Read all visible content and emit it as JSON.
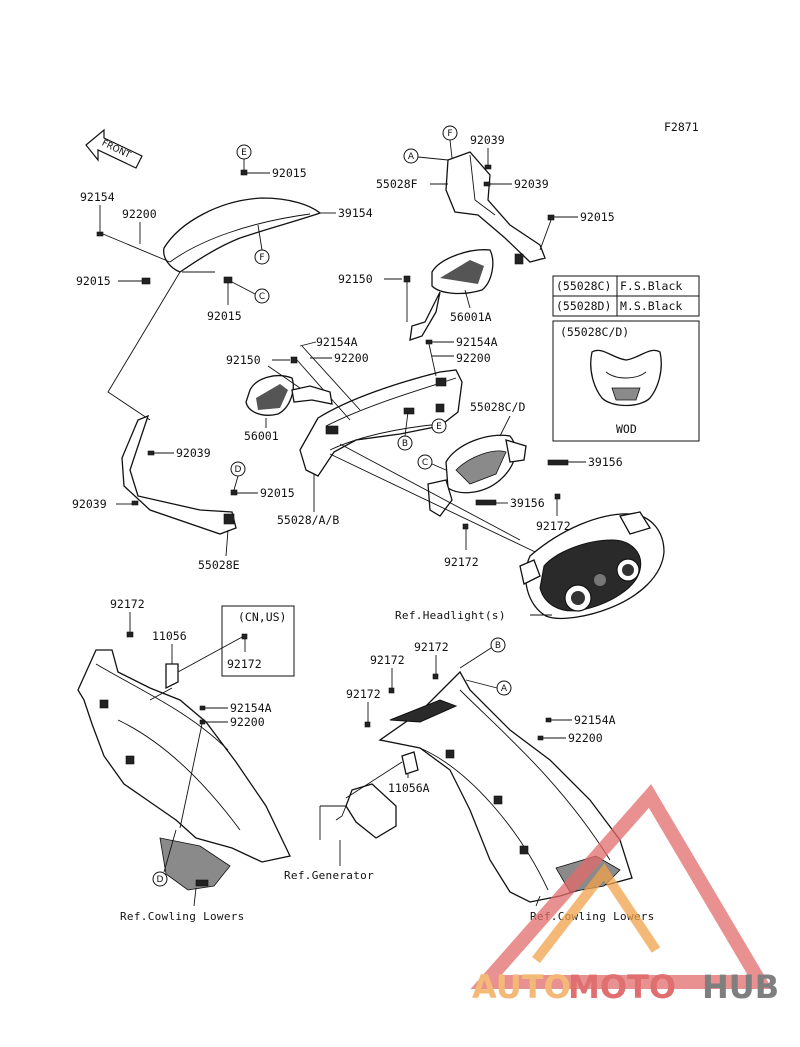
{
  "figure_id": "F2871",
  "front_label": "FRONT",
  "part_labels": {
    "p92015_top": "92015",
    "p39154": "39154",
    "p92154_left": "92154",
    "p92200_left": "92200",
    "p92015_left": "92015",
    "p92015_mid": "92015",
    "p92039_top1": "92039",
    "p92039_top2": "92039",
    "p55028F": "55028F",
    "p92015_right": "92015",
    "p92150_right": "92150",
    "p56001A": "56001A",
    "p92154A_mid": "92154A",
    "p92200_mid": "92200",
    "p92150_left": "92150",
    "p92154A_right": "92154A",
    "p92200_right": "92200",
    "p56001": "56001",
    "p92039_lower": "92039",
    "p92039_bottom": "92039",
    "p92015_lower": "92015",
    "p55028AB": "55028/A/B",
    "p55028E": "55028E",
    "p55028CD": "55028C/D",
    "p39156_right": "39156",
    "p39156_mid": "39156",
    "p92172_a": "92172",
    "p92172_b": "92172",
    "p92172_left": "92172",
    "p11056": "11056",
    "p92172_box": "92172",
    "p92154A_low": "92154A",
    "p92200_low": "92200",
    "p92172_r1": "92172",
    "p92172_r2": "92172",
    "p92172_r3": "92172",
    "p92154A_lowr": "92154A",
    "p92200_lowr": "92200",
    "p11056A": "11056A"
  },
  "circle_markers": [
    "A",
    "B",
    "C",
    "D",
    "E",
    "F"
  ],
  "color_table": {
    "rows": [
      {
        "code": "(55028C)",
        "color": "F.S.Black"
      },
      {
        "code": "(55028D)",
        "color": "M.S.Black"
      }
    ]
  },
  "variant_box": {
    "code": "(55028C/D)",
    "caption": "WOD"
  },
  "region_box": {
    "code": "(CN,US)",
    "part": "92172"
  },
  "references": {
    "headlight": "Ref.Headlight(s)",
    "generator": "Ref.Generator",
    "cowling_left": "Ref.Cowling Lowers",
    "cowling_right": "Ref.Cowling Lowers"
  },
  "watermark": {
    "auto": "AUTO",
    "moto": "MOTO",
    "hub": "HUB",
    "colors": {
      "auto": "#f2a24a",
      "moto": "#d64040",
      "hub": "#555555"
    }
  }
}
